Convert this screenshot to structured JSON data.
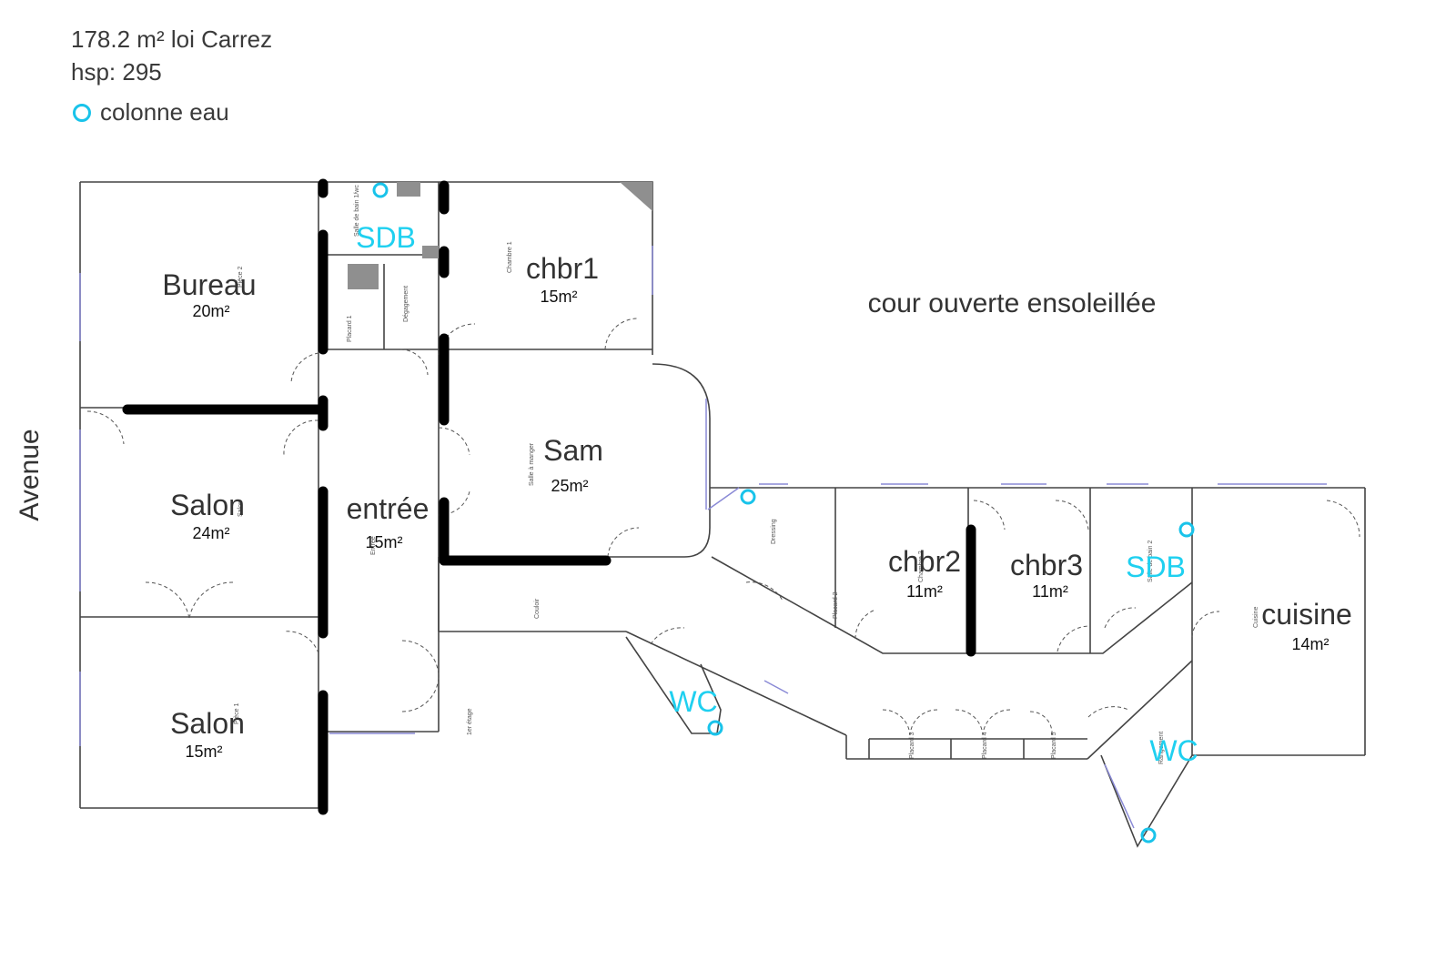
{
  "header": {
    "area_line": "178.2 m² loi Carrez",
    "height_line": "hsp: 295",
    "legend_label": "colonne eau"
  },
  "street_label": "Avenue",
  "outside_label": "cour ouverte ensoleillée",
  "colors": {
    "water_column": "#19c3ea",
    "wet_room_text": "#1fd0f0",
    "wall": "#444444",
    "load_bearing": "#000000",
    "window": "#8a8ad6"
  },
  "rooms": [
    {
      "id": "bureau",
      "name": "Bureau",
      "area": "20m²"
    },
    {
      "id": "salon1",
      "name": "Salon",
      "area": "24m²"
    },
    {
      "id": "salon2",
      "name": "Salon",
      "area": "15m²"
    },
    {
      "id": "entree",
      "name": "entrée",
      "area": "15m²"
    },
    {
      "id": "chbr1",
      "name": "chbr1",
      "area": "15m²"
    },
    {
      "id": "sam",
      "name": "Sam",
      "area": "25m²"
    },
    {
      "id": "chbr2",
      "name": "chbr2",
      "area": "11m²"
    },
    {
      "id": "chbr3",
      "name": "chbr3",
      "area": "11m²"
    },
    {
      "id": "cuisine",
      "name": "cuisine",
      "area": "14m²"
    }
  ],
  "wet_rooms": [
    {
      "id": "sdb1",
      "name": "SDB"
    },
    {
      "id": "sdb2",
      "name": "SDB"
    },
    {
      "id": "wc1",
      "name": "WC"
    },
    {
      "id": "wc2",
      "name": "WC"
    }
  ],
  "small_labels": {
    "salle_bain_1": "Salle de bain 1/wc",
    "chambre_1": "Chambre 1",
    "placard_1": "Placard 1",
    "degagement": "Dégagement",
    "salle_manger": "Salle à manger",
    "couloir": "Couloir",
    "dressing": "Dressing",
    "placard_2": "Placard 2",
    "salle_bain_2": "Salle de bain 2",
    "cuisine_small": "Cuisine",
    "placard_3": "Placard 3",
    "placard_4": "Placard 4",
    "placard_5": "Placard 5",
    "rangement": "Rangement",
    "etage": "1er étage",
    "entree_small": "Entrée",
    "piece_1": "Pièce 1",
    "salon_small": "Salon",
    "chambre_2": "Chambre 2",
    "piece_2": "Pièce 2"
  }
}
